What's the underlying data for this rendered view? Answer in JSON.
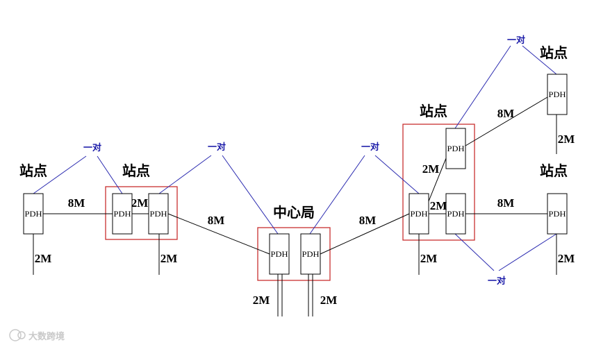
{
  "labels": {
    "station": "站点",
    "center": "中心局",
    "pdh": "PDH",
    "pair": "一对",
    "rate_8m": "8M",
    "rate_2m": "2M"
  },
  "watermark": "大数跨境",
  "colors": {
    "line": "#000000",
    "pair_line": "#2b2bb0",
    "group_box": "#c8302f"
  }
}
